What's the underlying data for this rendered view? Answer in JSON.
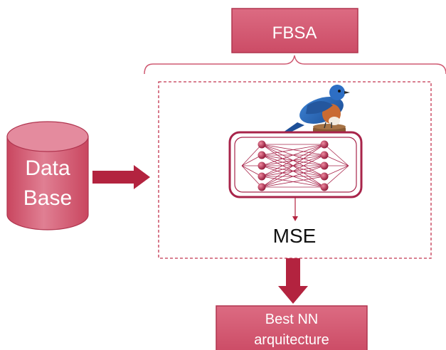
{
  "fbsa_label": "FBSA",
  "database": {
    "line1": "Data",
    "line2": "Base"
  },
  "mse_label": "MSE",
  "output": {
    "line1": "Best NN",
    "line2": "arquitecture"
  },
  "colors": {
    "box_fill": "#d0536c",
    "box_stroke": "#b0354f",
    "arrow": "#b3233f",
    "dashed_border": "#c2344f",
    "network": "#a8244a"
  },
  "icons": [
    "bird-icon",
    "neural-network-icon",
    "database-cylinder-icon"
  ]
}
